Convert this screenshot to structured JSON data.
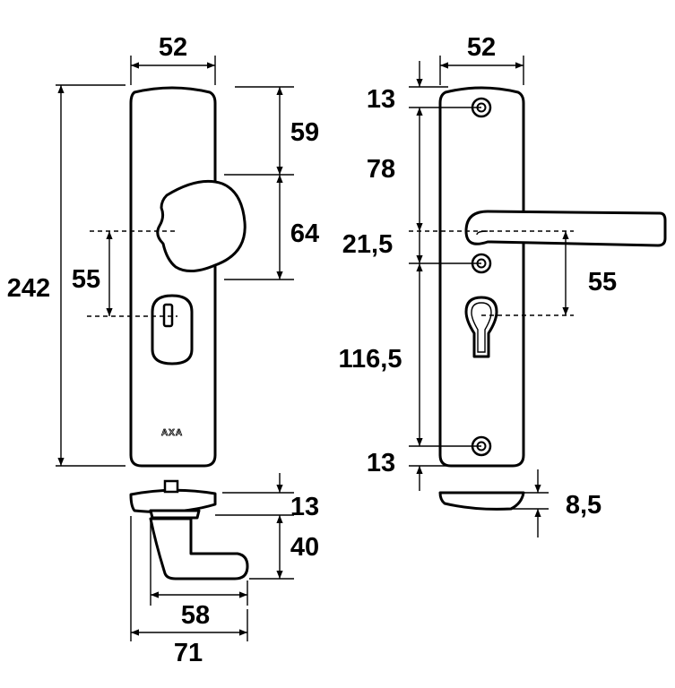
{
  "front_view": {
    "width": "52",
    "height_total": "242",
    "top_to_knob": "59",
    "knob_height": "64",
    "knob_to_cylinder": "55",
    "logo": "AXA"
  },
  "back_view": {
    "width": "52",
    "top_screw": "13",
    "screw_to_lever": "78",
    "lever_to_screw": "21,5",
    "screw_to_bottom_screw": "116,5",
    "bottom_screw": "13",
    "lever_to_cylinder": "55"
  },
  "side_view": {
    "plate_thickness": "13",
    "knob_projection": "40",
    "knob_depth": "58",
    "total_depth": "71"
  },
  "profile_view": {
    "thickness": "8,5"
  }
}
